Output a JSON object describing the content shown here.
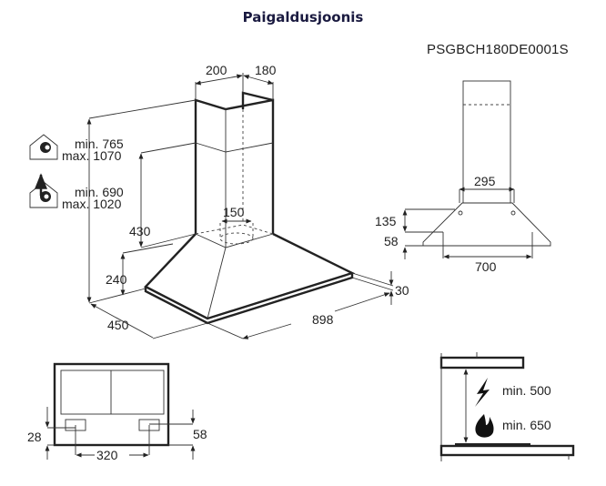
{
  "title": "Paigaldusjoonis",
  "model": "PSGBCH180DE0001S",
  "main_view": {
    "width_top_left": "200",
    "width_top_right": "180",
    "recirculation": {
      "icon": "house-recirculation-icon",
      "min": "min. 765",
      "max": "max. 1070"
    },
    "extraction": {
      "icon": "house-extraction-icon",
      "min": "min. 690",
      "max": "max. 1020"
    },
    "outlet_diameter": "150",
    "chimney_height": "430",
    "hood_height": "240",
    "depth": "450",
    "width": "898",
    "rim": "30"
  },
  "side_view": {
    "chimney_width": "295",
    "height_upper": "135",
    "height_lower": "58",
    "width": "700"
  },
  "bottom_view": {
    "left": "28",
    "right": "58",
    "spacing": "320"
  },
  "clearance": {
    "electric": "min. 500",
    "gas": "min. 650",
    "electric_icon": "lightning-icon",
    "gas_icon": "flame-icon"
  }
}
